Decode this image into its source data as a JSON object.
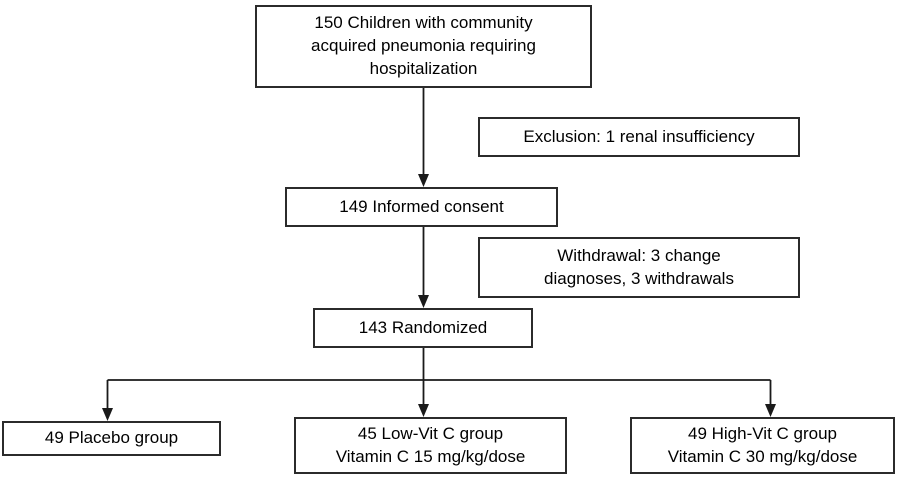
{
  "diagram": {
    "type": "flowchart",
    "boxes": {
      "enrollment": {
        "lines": [
          "150 Children with community",
          "acquired pneumonia requiring",
          "hospitalization"
        ]
      },
      "exclusion": {
        "lines": [
          "Exclusion: 1 renal insufficiency"
        ]
      },
      "consent": {
        "lines": [
          "149 Informed consent"
        ]
      },
      "withdrawal": {
        "lines": [
          "Withdrawal: 3 change",
          "diagnoses, 3 withdrawals"
        ]
      },
      "randomized": {
        "lines": [
          "143 Randomized"
        ]
      },
      "placebo": {
        "lines": [
          "49 Placebo group"
        ]
      },
      "low_vit_c": {
        "lines": [
          "45 Low-Vit C group",
          "Vitamin C 15 mg/kg/dose"
        ]
      },
      "high_vit_c": {
        "lines": [
          "49 High-Vit C group",
          "Vitamin C 30 mg/kg/dose"
        ]
      }
    },
    "colors": {
      "line": "#1a1a1a",
      "border": "#2b2b2b",
      "text": "#000000",
      "background": "#ffffff"
    }
  }
}
